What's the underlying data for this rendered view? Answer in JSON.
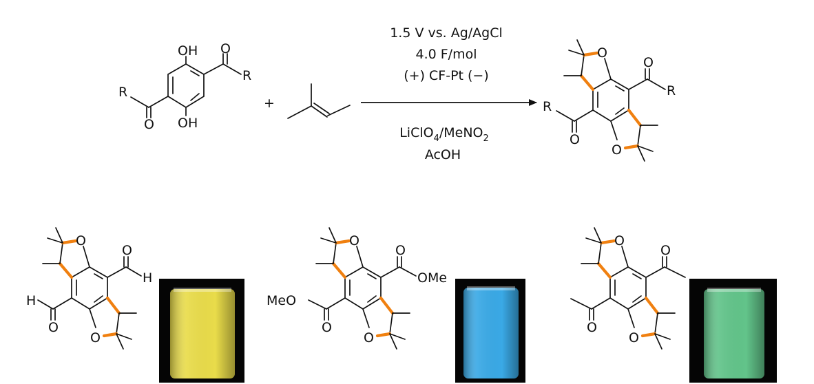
{
  "reaction": {
    "conditions_above": [
      "1.5 V vs. Ag/AgCl",
      "4.0 F/mol",
      "(+) CF-Pt (−)"
    ],
    "electrolyte": {
      "base": "LiClO",
      "sub1": "4",
      "mid": "/MeNO",
      "sub2": "2"
    },
    "additive": "AcOH",
    "plus": "+"
  },
  "atoms": {
    "R": "R",
    "O": "O",
    "OH": "OH",
    "H": "H",
    "OMe": "OMe",
    "MeO": "MeO"
  },
  "vials": [
    {
      "fluorescence": "yellow",
      "color": "#e9dc4a"
    },
    {
      "fluorescence": "blue",
      "color": "#3aa9e6"
    },
    {
      "fluorescence": "green",
      "color": "#62c48a"
    }
  ],
  "colors": {
    "highlight_bond": "#f08010",
    "bond": "#111111"
  }
}
